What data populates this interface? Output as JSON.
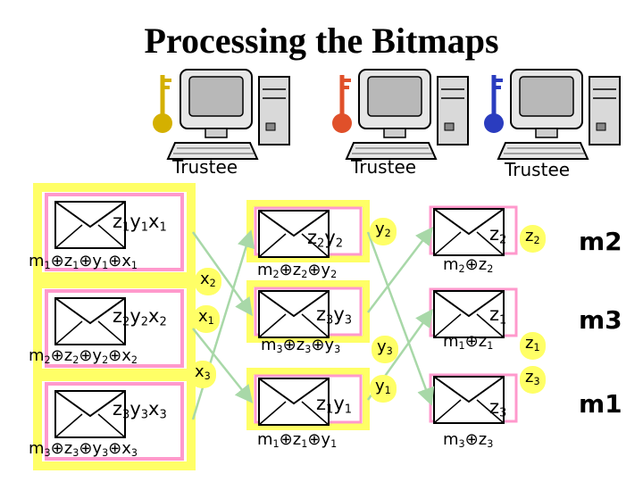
{
  "title": "Processing the Bitmaps",
  "trustees": [
    {
      "label": "Trustee",
      "key_color": "#d4b000"
    },
    {
      "label": "Trustee",
      "key_color": "#e0502a"
    },
    {
      "label": "Trustee",
      "key_color": "#2a3cbf"
    }
  ],
  "colors": {
    "yellow_highlight": "#ffff66",
    "pink_envelope": "#ff99cc",
    "arrow_green": "#a8d8a8"
  },
  "columns": {
    "input": [
      {
        "env_a": "z",
        "env_a_sub": "1",
        "env_b": "y",
        "env_b_sub": "1",
        "env_c": "x",
        "env_c_sub": "1",
        "eq_m": "m",
        "eq_m_sub": "1",
        "eq_1": "z",
        "eq_1_sub": "1",
        "eq_2": "y",
        "eq_2_sub": "1",
        "eq_3": "x",
        "eq_3_sub": "1"
      },
      {
        "env_a": "z",
        "env_a_sub": "2",
        "env_b": "y",
        "env_b_sub": "2",
        "env_c": "x",
        "env_c_sub": "2",
        "eq_m": "m",
        "eq_m_sub": "2",
        "eq_1": "z",
        "eq_1_sub": "2",
        "eq_2": "y",
        "eq_2_sub": "2",
        "eq_3": "x",
        "eq_3_sub": "2"
      },
      {
        "env_a": "z",
        "env_a_sub": "3",
        "env_b": "y",
        "env_b_sub": "3",
        "env_c": "x",
        "env_c_sub": "3",
        "eq_m": "m",
        "eq_m_sub": "3",
        "eq_1": "z",
        "eq_1_sub": "3",
        "eq_2": "y",
        "eq_2_sub": "3",
        "eq_3": "x",
        "eq_3_sub": "3"
      }
    ],
    "x_chips": [
      {
        "v": "x",
        "s": "2"
      },
      {
        "v": "x",
        "s": "1"
      },
      {
        "v": "x",
        "s": "3"
      }
    ],
    "middle": [
      {
        "env_a": "z",
        "env_a_sub": "2",
        "env_b": "y",
        "env_b_sub": "2",
        "eq_m": "m",
        "eq_m_sub": "2",
        "eq_1": "z",
        "eq_1_sub": "2",
        "eq_2": "y",
        "eq_2_sub": "2"
      },
      {
        "env_a": "z",
        "env_a_sub": "3",
        "env_b": "y",
        "env_b_sub": "3",
        "eq_m": "m",
        "eq_m_sub": "3",
        "eq_1": "z",
        "eq_1_sub": "3",
        "eq_2": "y",
        "eq_2_sub": "3"
      },
      {
        "env_a": "z",
        "env_a_sub": "1",
        "env_b": "y",
        "env_b_sub": "1",
        "eq_m": "m",
        "eq_m_sub": "1",
        "eq_1": "z",
        "eq_1_sub": "1",
        "eq_2": "y",
        "eq_2_sub": "1"
      }
    ],
    "y_chips": [
      {
        "v": "y",
        "s": "2"
      },
      {
        "v": "y",
        "s": "3"
      },
      {
        "v": "y",
        "s": "1"
      }
    ],
    "right": [
      {
        "env_a": "z",
        "env_a_sub": "2",
        "eq_m": "m",
        "eq_m_sub": "2",
        "eq_1": "z",
        "eq_1_sub": "2"
      },
      {
        "env_a": "z",
        "env_a_sub": "1",
        "eq_m": "m",
        "eq_m_sub": "1",
        "eq_1": "z",
        "eq_1_sub": "1"
      },
      {
        "env_a": "z",
        "env_a_sub": "3",
        "eq_m": "m",
        "eq_m_sub": "3",
        "eq_1": "z",
        "eq_1_sub": "3"
      }
    ],
    "z_chips": [
      {
        "v": "z",
        "s": "2"
      },
      {
        "v": "z",
        "s": "1"
      },
      {
        "v": "z",
        "s": "3"
      }
    ],
    "messages": [
      "m2",
      "m3",
      "m1"
    ]
  }
}
